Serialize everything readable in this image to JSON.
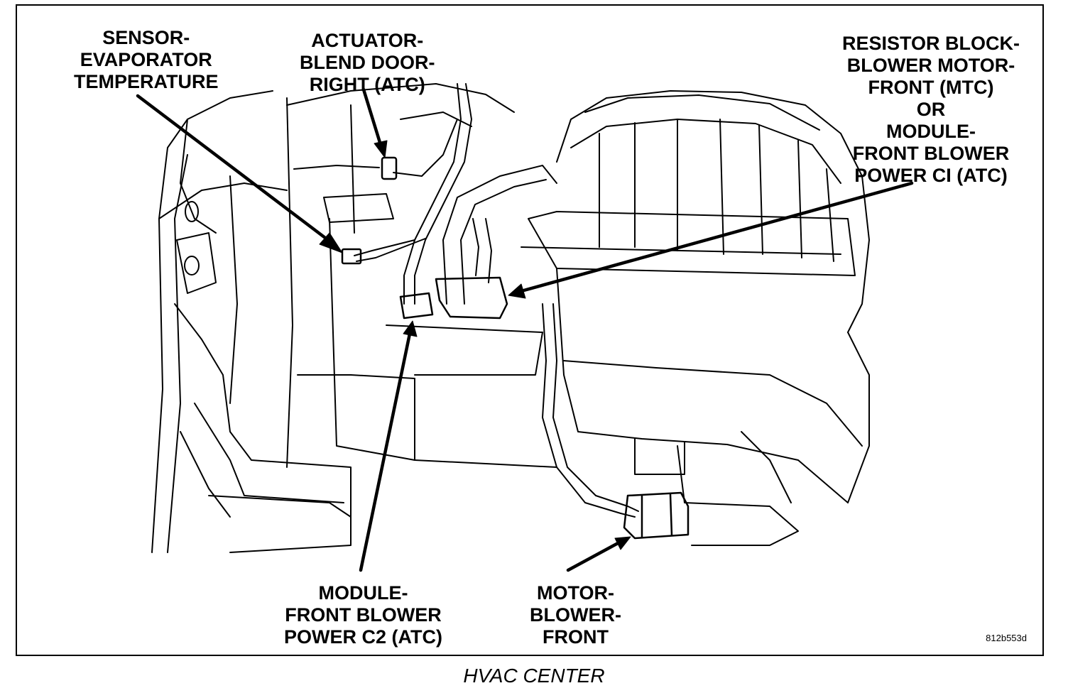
{
  "labels": {
    "sensor_evap": [
      "SENSOR-",
      "EVAPORATOR",
      "TEMPERATURE"
    ],
    "actuator_blend": [
      "ACTUATOR-",
      "BLEND DOOR-",
      "RIGHT (ATC)"
    ],
    "resistor_block": [
      "RESISTOR BLOCK-",
      "BLOWER MOTOR-",
      "FRONT (MTC)",
      "OR",
      "MODULE-",
      "FRONT BLOWER",
      "POWER CI (ATC)"
    ],
    "module_c2": [
      "MODULE-",
      "FRONT BLOWER",
      "POWER C2 (ATC)"
    ],
    "motor_blower": [
      "MOTOR-",
      "BLOWER-",
      "FRONT"
    ]
  },
  "figure_ref": "812b553d",
  "caption": "HVAC CENTER",
  "colors": {
    "ink": "#000000",
    "paper": "#ffffff"
  }
}
